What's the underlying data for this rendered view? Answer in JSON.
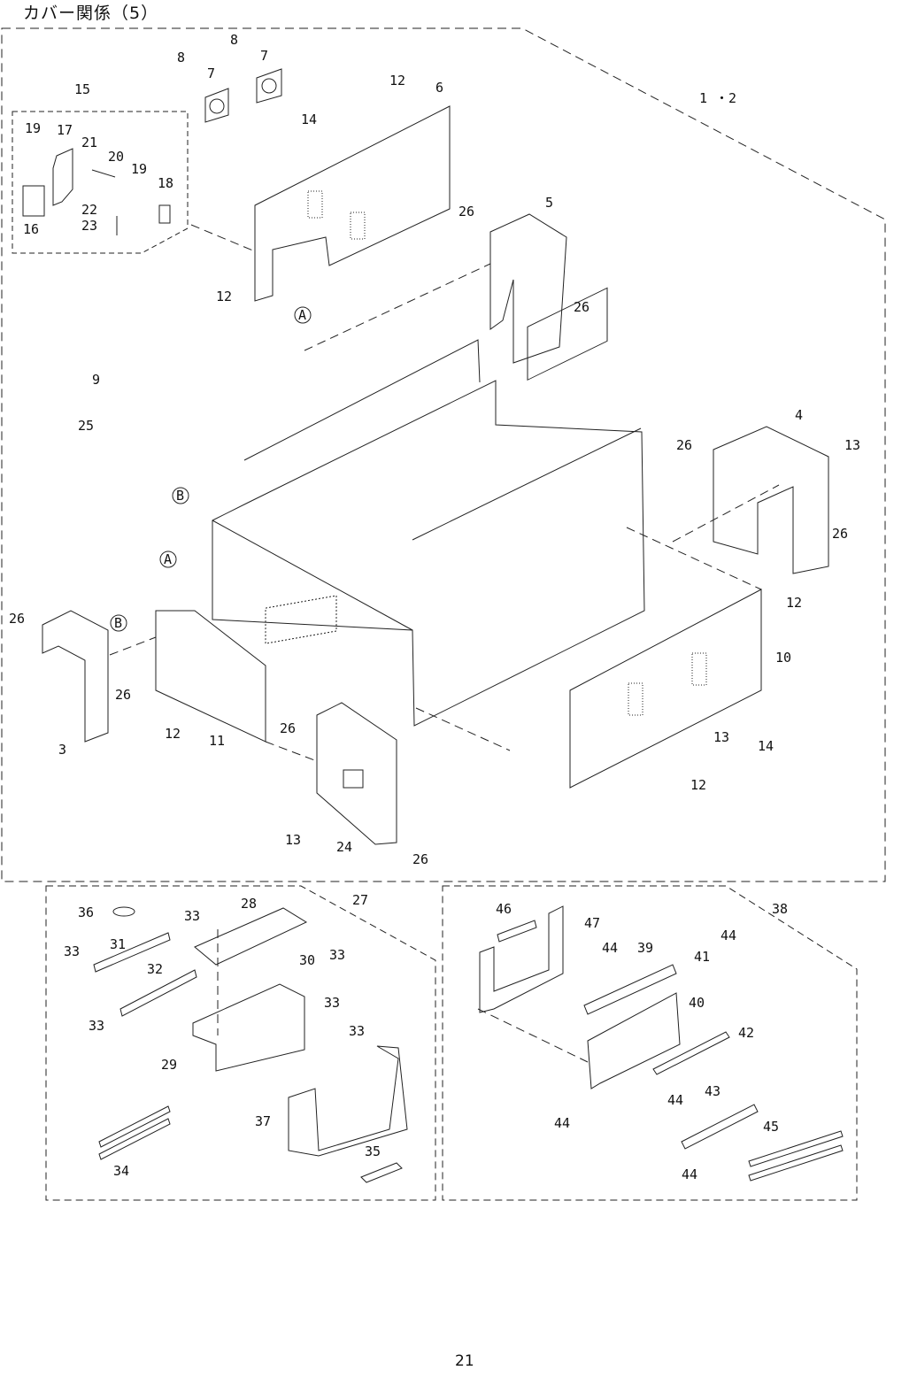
{
  "page": {
    "title": "カバー関係（5）",
    "page_number": "21"
  },
  "groups": {
    "main": "1 ・2",
    "sub_15": "15",
    "sub_27": "27",
    "sub_38": "38"
  },
  "callouts": {
    "A": "A",
    "B": "B"
  },
  "labels": [
    "1 ・2",
    "3",
    "4",
    "5",
    "6",
    "7",
    "8",
    "9",
    "10",
    "11",
    "12",
    "13",
    "14",
    "15",
    "16",
    "17",
    "18",
    "19",
    "20",
    "21",
    "22",
    "23",
    "24",
    "25",
    "26",
    "27",
    "28",
    "29",
    "30",
    "31",
    "32",
    "33",
    "34",
    "35",
    "36",
    "37",
    "38",
    "39",
    "40",
    "41",
    "42",
    "43",
    "44",
    "45",
    "46",
    "47"
  ]
}
